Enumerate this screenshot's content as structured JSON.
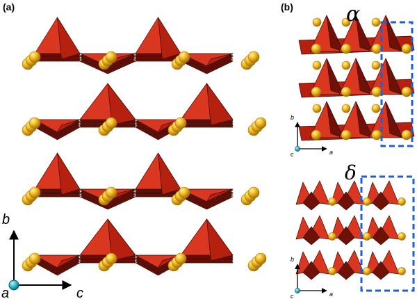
{
  "figure": {
    "panel_a_label": "(a)",
    "panel_b_label": "(b)",
    "axes_a": {
      "vertical": "b",
      "origin": "a",
      "horizontal": "c"
    },
    "axes_b_top": {
      "vertical": "b",
      "origin": "c",
      "horizontal": "a"
    },
    "axes_b_bottom": {
      "vertical": "b",
      "origin": "c",
      "horizontal": "a"
    },
    "phase_top": "α",
    "phase_bottom": "δ"
  },
  "colors": {
    "tetra_light": "#d9371f",
    "tetra_mid": "#b5200f",
    "tetra_dark": "#6e1208",
    "sphere": "#f0b81c",
    "sphere_dark": "#a87208",
    "dash_box": "#1f5fd6",
    "origin_a": "#29b6c6"
  }
}
